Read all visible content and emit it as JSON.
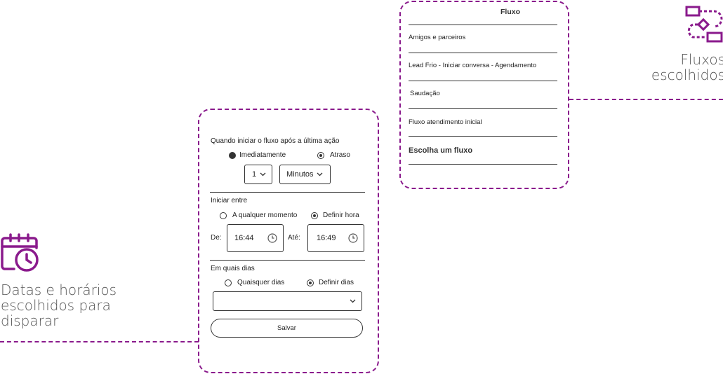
{
  "flow_panel": {
    "header": "Fluxo",
    "items": [
      {
        "label": "Amigos e parceiros"
      },
      {
        "label": "Lead Frio - Iniciar conversa - Agendamento"
      },
      {
        "label": "Saudação"
      },
      {
        "label": "Fluxo atendimento inicial"
      },
      {
        "label": "Escolha um fluxo"
      }
    ]
  },
  "captions": {
    "flows": "Fluxos escolhidos",
    "dates": "Datas e horários escolhidos para disparar"
  },
  "form": {
    "when_title": "Quando iniciar o fluxo após a última ação",
    "immediately_label": "Imediatamente",
    "delay_label": "Atraso",
    "delay_value": "1",
    "delay_unit": "Minutos",
    "start_between_title": "Iniciar entre",
    "any_time_label": "A qualquer momento",
    "set_time_label": "Definir hora",
    "from_label": "De:",
    "from_time": "16:44",
    "to_label": "Até:",
    "to_time": "16:49",
    "days_title": "Em quais dias",
    "any_days_label": "Quaisquer dias",
    "set_days_label": "Definir dias",
    "days_select_value": "",
    "save_label": "Salvar"
  },
  "colors": {
    "accent": "#8a1a8c"
  },
  "icons": {
    "flows": "flow-diagram-icon",
    "schedule": "calendar-clock-icon"
  }
}
